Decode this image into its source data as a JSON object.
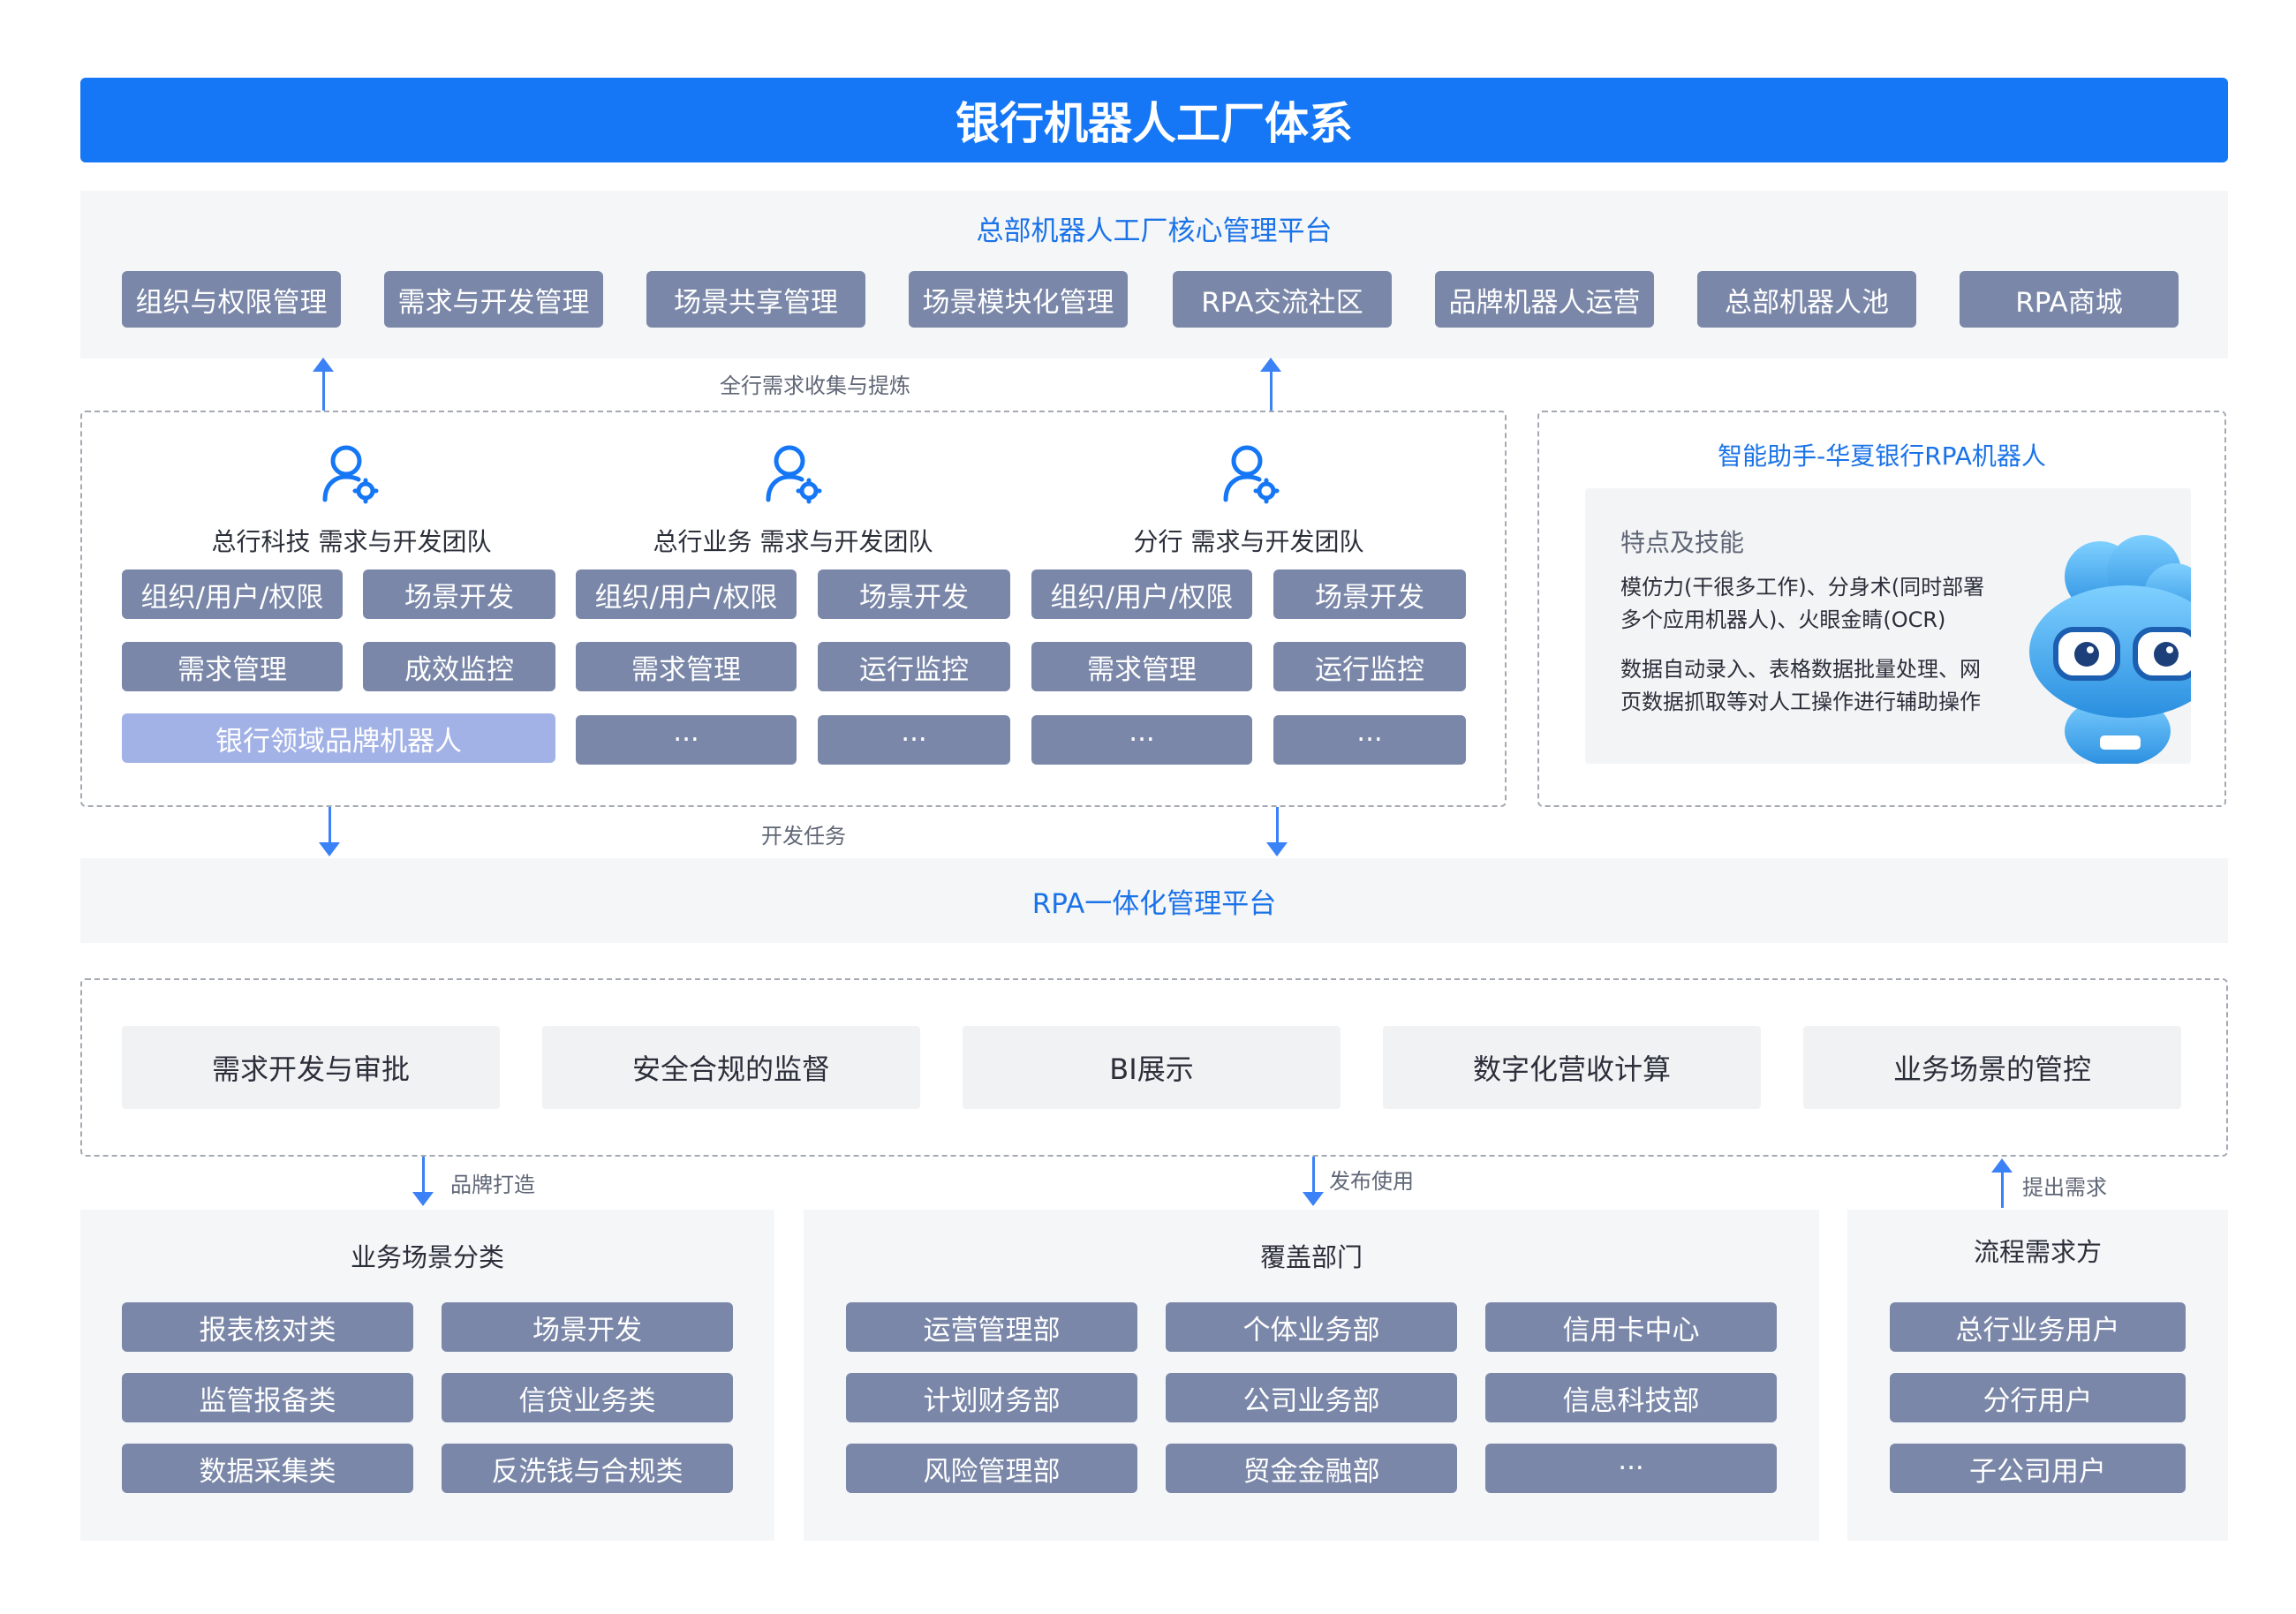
{
  "title": "银行机器人工厂体系",
  "core_platform": {
    "title": "总部机器人工厂核心管理平台",
    "items": [
      "组织与权限管理",
      "需求与开发管理",
      "场景共享管理",
      "场景模块化管理",
      "RPA交流社区",
      "品牌机器人运营",
      "总部机器人池",
      "RPA商城"
    ]
  },
  "labels": {
    "collect": "全行需求收集与提炼",
    "dev_task": "开发任务",
    "brand": "品牌打造",
    "publish": "发布使用",
    "request": "提出需求"
  },
  "teams": [
    {
      "title": "总行科技 需求与开发团队",
      "items": [
        "组织/用户/权限",
        "场景开发",
        "需求管理",
        "成效监控"
      ],
      "wide_item": "银行领域品牌机器人"
    },
    {
      "title": "总行业务 需求与开发团队",
      "items": [
        "组织/用户/权限",
        "场景开发",
        "需求管理",
        "运行监控",
        "···",
        "···"
      ]
    },
    {
      "title": "分行 需求与开发团队",
      "items": [
        "组织/用户/权限",
        "场景开发",
        "需求管理",
        "运行监控",
        "···",
        "···"
      ]
    }
  ],
  "assistant": {
    "title": "智能助手-华夏银行RPA机器人",
    "subtitle": "特点及技能",
    "para1_line1": "模仿力(干很多工作)、分身术(同时部署",
    "para1_line2": "多个应用机器人)、火眼金睛(OCR)",
    "para2_line1": "数据自动录入、表格数据批量处理、网",
    "para2_line2": "页数据抓取等对人工操作进行辅助操作"
  },
  "rpa_platform": {
    "title": "RPA一体化管理平台",
    "functions": [
      "需求开发与审批",
      "安全合规的监督",
      "BI展示",
      "数字化营收计算",
      "业务场景的管控"
    ]
  },
  "scenarios": {
    "title": "业务场景分类",
    "items": [
      "报表核对类",
      "场景开发",
      "监管报备类",
      "信贷业务类",
      "数据采集类",
      "反洗钱与合规类"
    ]
  },
  "departments": {
    "title": "覆盖部门",
    "items": [
      "运营管理部",
      "个体业务部",
      "信用卡中心",
      "计划财务部",
      "公司业务部",
      "信息科技部",
      "风险管理部",
      "贸金金融部",
      "···"
    ]
  },
  "requesters": {
    "title": "流程需求方",
    "items": [
      "总行业务用户",
      "分行用户",
      "子公司用户"
    ]
  },
  "colors": {
    "primary": "#1577f5",
    "chip": "#7a87a8",
    "chip_light": "#a3b2e6",
    "panel": "#f5f6f8",
    "arrow": "#3b82f6"
  },
  "icons": [
    "user-settings-icon",
    "robot-mascot"
  ]
}
